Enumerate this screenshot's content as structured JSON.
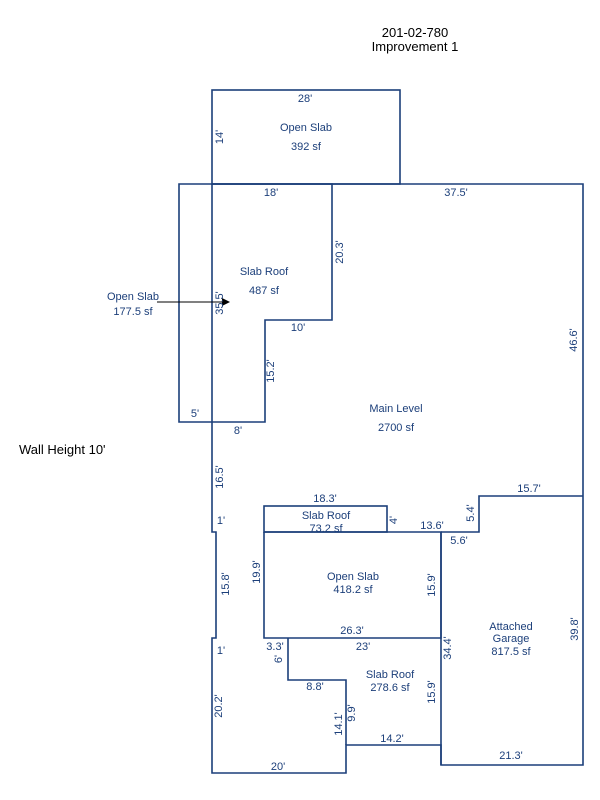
{
  "header": {
    "parcel": "201-02-780",
    "improvement": "Improvement 1"
  },
  "wall_height": "Wall Height 10'",
  "areas": {
    "open_slab_top": {
      "name": "Open Slab",
      "sf": "392 sf"
    },
    "slab_roof_left": {
      "name": "Slab Roof",
      "sf": "487 sf"
    },
    "open_slab_side": {
      "name": "Open Slab",
      "sf": "177.5 sf"
    },
    "main_level": {
      "name": "Main Level",
      "sf": "2700 sf"
    },
    "slab_roof_small": {
      "name": "Slab Roof",
      "sf": "73.2 sf"
    },
    "open_slab_center": {
      "name": "Open Slab",
      "sf": "418.2 sf"
    },
    "slab_roof_bottom": {
      "name": "Slab Roof",
      "sf": "278.6 sf"
    },
    "garage": {
      "name1": "Attached",
      "name2": "Garage",
      "sf": "817.5 sf"
    }
  },
  "dims": {
    "d28": "28'",
    "d14": "14'",
    "d18": "18'",
    "d37_5": "37.5'",
    "d20_3": "20.3'",
    "d35_5": "35.5'",
    "d10": "10'",
    "d15_2": "15.2'",
    "d5": "5'",
    "d8": "8'",
    "d46_6": "46.6'",
    "d16_5": "16.5'",
    "d1a": "1'",
    "d18_3": "18.3'",
    "d4": "4'",
    "d13_6": "13.6'",
    "d5_4": "5.4'",
    "d15_7": "15.7'",
    "d5_6": "5.6'",
    "d19_9": "19.9'",
    "d15_9a": "15.9'",
    "d15_8": "15.8'",
    "d26_3": "26.3'",
    "d3_3": "3.3'",
    "d23": "23'",
    "d1b": "1'",
    "d6": "6'",
    "d34_4": "34.4'",
    "d39_8": "39.8'",
    "d8_8": "8.8'",
    "d15_9b": "15.9'",
    "d9_9": "9.9'",
    "d20_2": "20.2'",
    "d14_1": "14.1'",
    "d14_2": "14.2'",
    "d21_3": "21.3'",
    "d20": "20'"
  }
}
